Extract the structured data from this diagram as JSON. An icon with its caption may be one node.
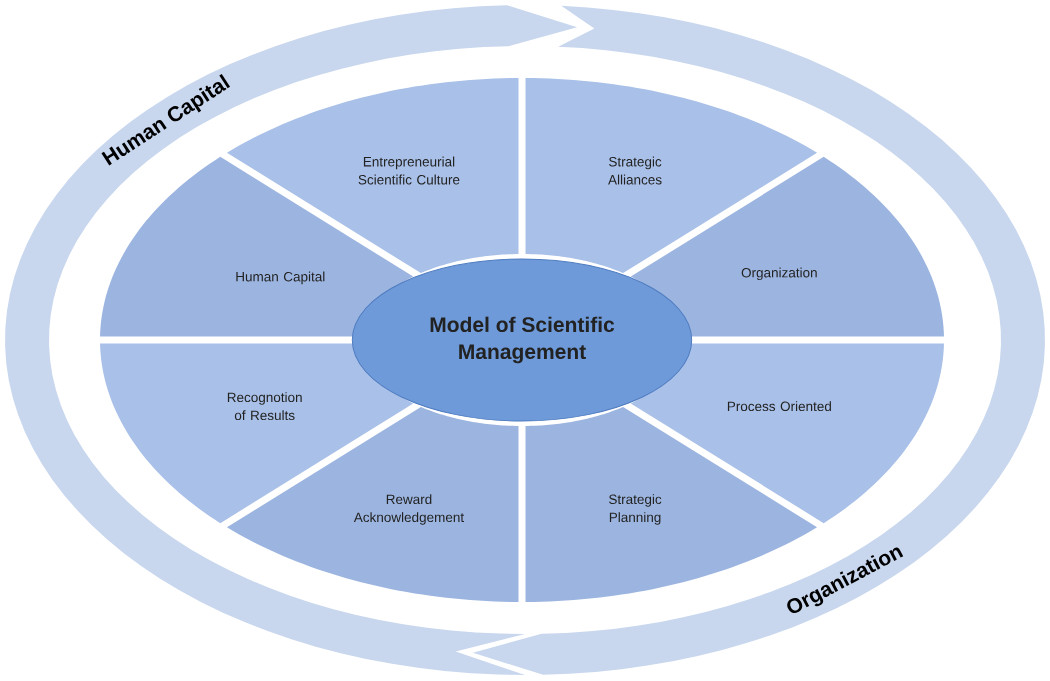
{
  "diagram": {
    "nodes": [
      {
        "text": [
          "Human Capital"
        ]
      },
      {
        "text": [
          "Organization"
        ]
      },
      {
        "text": [
          "Model of Scientific Management"
        ]
      },
      {
        "text": [
          "Entrepreneurial Scientific Culture"
        ]
      },
      {
        "text": [
          "Strategic Alliances"
        ]
      },
      {
        "text": [
          "Human Capital"
        ]
      },
      {
        "text": [
          "Organization"
        ]
      },
      {
        "text": [
          "Recognotion of Results"
        ]
      },
      {
        "text": [
          "Process Oriented"
        ]
      },
      {
        "text": [
          "Reward Acknowledgement"
        ]
      },
      {
        "text": [
          "Strategic Planning"
        ]
      }
    ]
  }
}
